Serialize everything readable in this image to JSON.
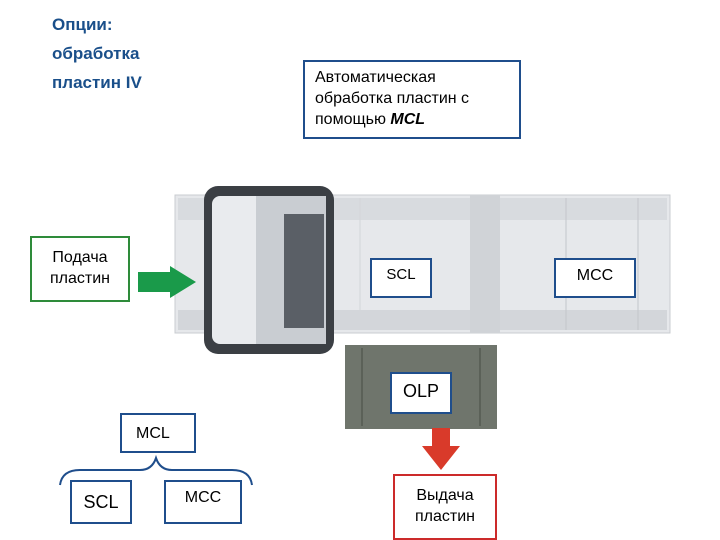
{
  "title": {
    "line1": "Опции:",
    "line2": "обработка",
    "line3": "пластин IV"
  },
  "callout": {
    "text": "Автоматическая обработка пластин с помощью",
    "emphasis": "MCL"
  },
  "feed_label": {
    "line1": "Подача",
    "line2": "пластин"
  },
  "output_label": {
    "line1": "Выдача",
    "line2": "пластин"
  },
  "modules": {
    "scl": "SCL",
    "mcc": "MCC",
    "olp": "OLP"
  },
  "legend": {
    "mcl": "MCL",
    "scl": "SCL",
    "mcc": "MCC"
  },
  "colors": {
    "title": "#1a4f8a",
    "box_border": "#1f4e8c",
    "feed_arrow": "#1a9a4a",
    "output_arrow": "#d93a2a"
  }
}
